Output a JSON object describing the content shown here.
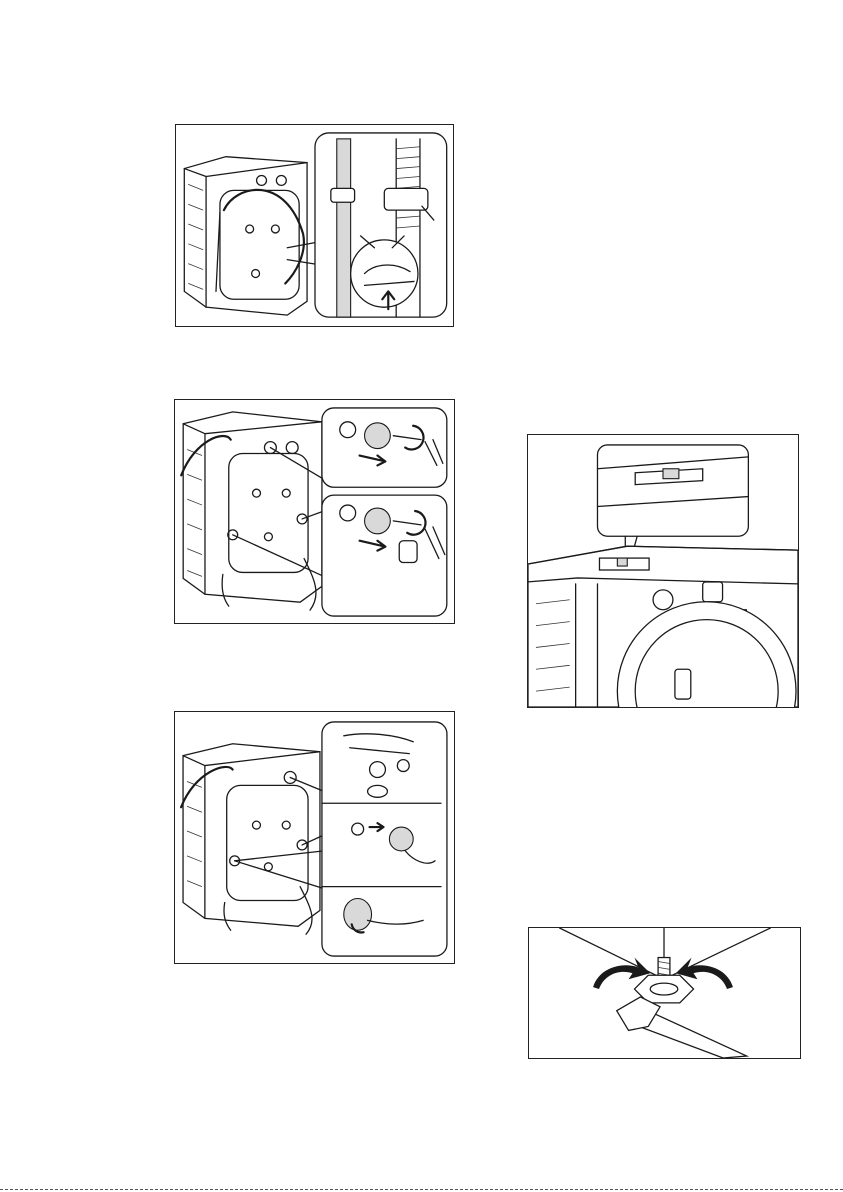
{
  "page": {
    "figures": [
      {
        "id": "hose-clip",
        "icon": "hose-clip-removal"
      },
      {
        "id": "transit-bolts",
        "icon": "transit-bolt-removal"
      },
      {
        "id": "cover-caps",
        "icon": "plastic-cover-caps"
      },
      {
        "id": "spirit-level",
        "icon": "spirit-level-on-top"
      },
      {
        "id": "adjust-feet",
        "icon": "adjustable-foot-wrench"
      }
    ]
  }
}
